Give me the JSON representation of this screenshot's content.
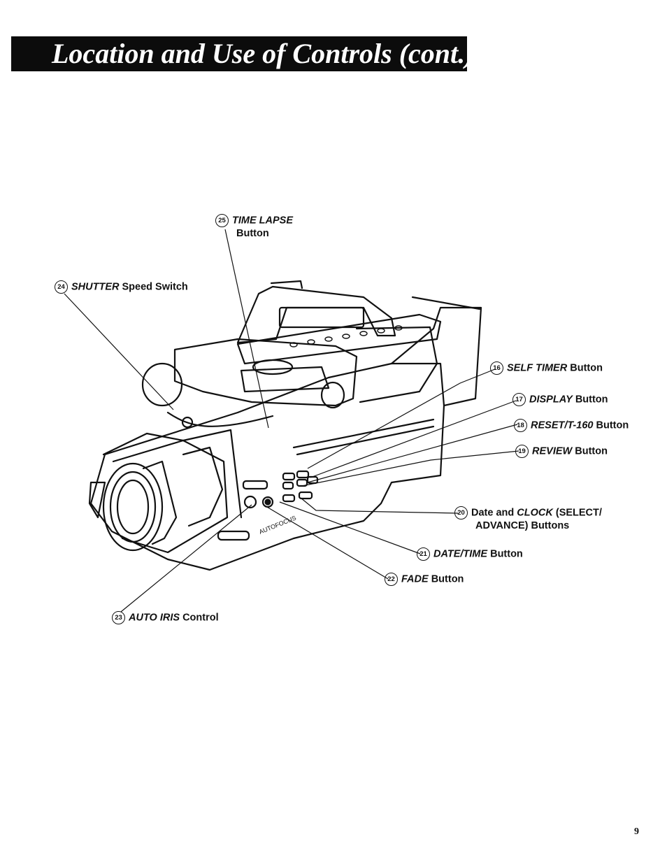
{
  "header": {
    "title": "Location and Use of Controls (cont.)"
  },
  "callouts": [
    {
      "number": "25",
      "emphasis": "TIME LAPSE",
      "label": "Button"
    },
    {
      "number": "24",
      "emphasis": "SHUTTER",
      "label": "Speed Switch"
    },
    {
      "number": "16",
      "emphasis": "SELF TIMER",
      "label": "Button"
    },
    {
      "number": "17",
      "emphasis": "DISPLAY",
      "label": "Button"
    },
    {
      "number": "18",
      "emphasis": "RESET/T-160",
      "label": "Button"
    },
    {
      "number": "19",
      "emphasis": "REVIEW",
      "label": "Button"
    },
    {
      "number": "20",
      "pre": "Date and ",
      "emphasis": "CLOCK",
      "label": "(SELECT/",
      "label2": "ADVANCE) Buttons"
    },
    {
      "number": "21",
      "emphasis": "DATE/TIME",
      "label": "Button"
    },
    {
      "number": "22",
      "emphasis": "FADE",
      "label": "Button"
    },
    {
      "number": "23",
      "emphasis": "AUTO IRIS",
      "label": "Control"
    }
  ],
  "camera_markings": {
    "brand_text": "AUTOFOCUS"
  },
  "footer": {
    "page_number": "9"
  }
}
